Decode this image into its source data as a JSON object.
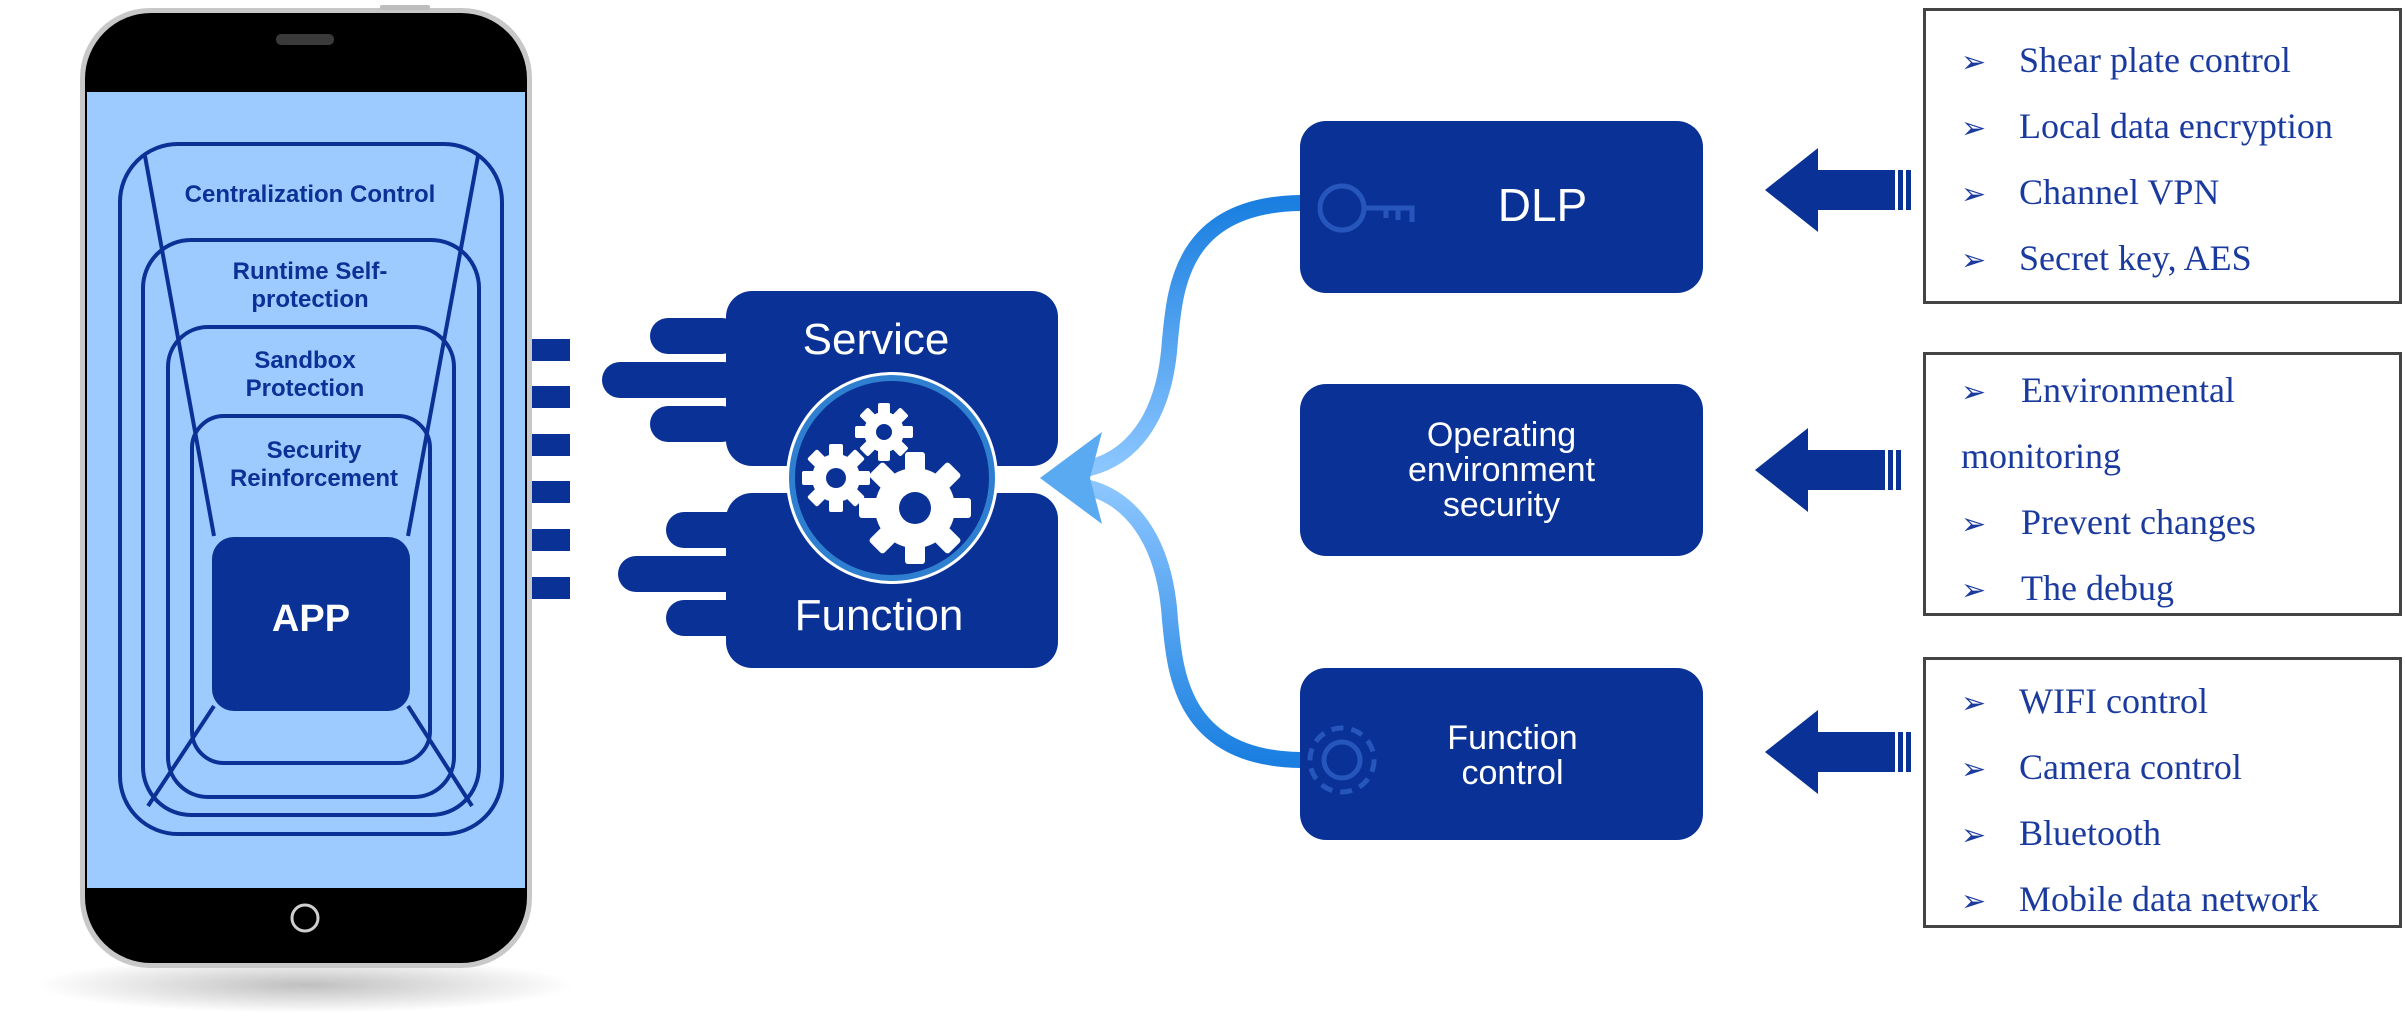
{
  "phone": {
    "layers": [
      "Centralization  Control",
      "Runtime  Self-\nprotection",
      "Sandbox\nProtection",
      "Security\nReinforcement"
    ],
    "app_label": "APP"
  },
  "hub": {
    "service_label": "Service",
    "function_label": "Function"
  },
  "modules": [
    {
      "label": "DLP",
      "icon": "key-icon"
    },
    {
      "label": "Operating\nenvironment\nsecurity",
      "icon": ""
    },
    {
      "label": "Function\ncontrol",
      "icon": "gear-icon"
    }
  ],
  "lists": [
    {
      "items": [
        "Shear plate control",
        "Local data encryption",
        "Channel VPN",
        "Secret key, AES"
      ]
    },
    {
      "items": [
        "Environmental",
        "monitoring",
        "Prevent changes",
        "The debug"
      ]
    },
    {
      "items": [
        "WIFI control",
        "Camera control",
        "Bluetooth",
        "Mobile data  network"
      ]
    }
  ],
  "colors": {
    "primary": "#0a3296",
    "screen": "#9ecbff",
    "connector": "#2f8fe6",
    "phone_body": "#000000"
  }
}
